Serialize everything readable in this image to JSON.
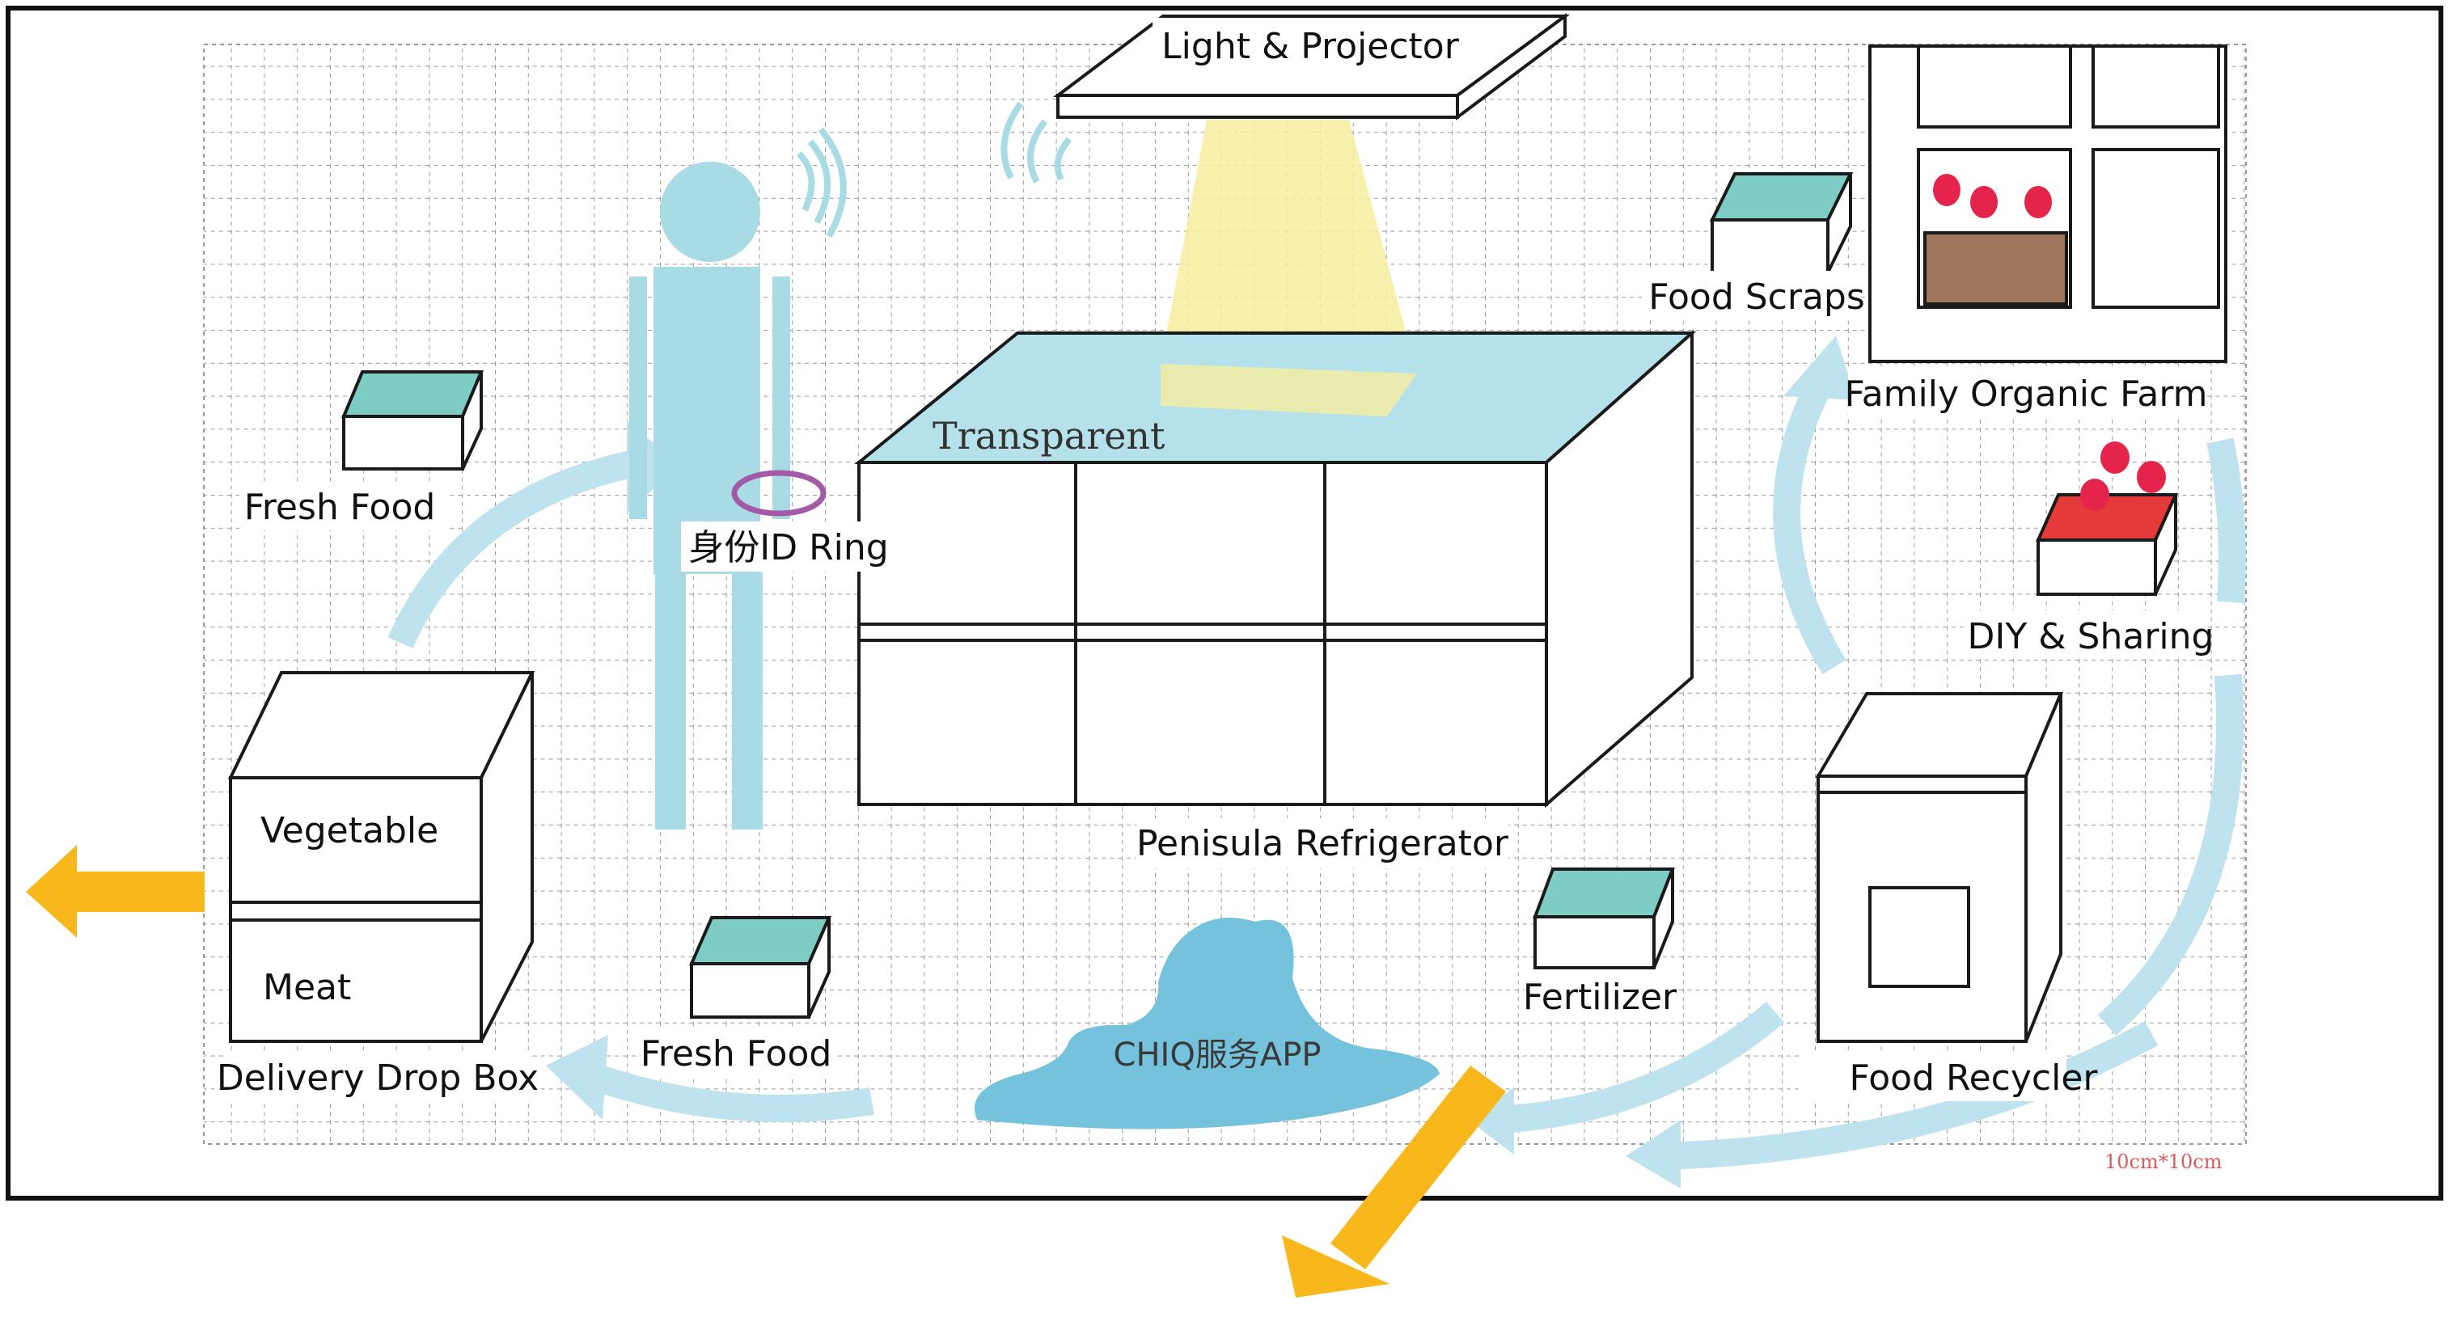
{
  "labels": {
    "light_projector": "Light & Projector",
    "food_scraps": "Food Scraps",
    "family_farm": "Family Organic Farm",
    "transparent": "Transparent",
    "fresh_food_top": "Fresh Food",
    "id_ring": "身份ID Ring",
    "diy_sharing": "DIY & Sharing",
    "vegetable": "Vegetable",
    "meat": "Meat",
    "refrigerator": "Penisula Refrigerator",
    "fertilizer": "Fertilizer",
    "fresh_food_bottom": "Fresh Food",
    "app": "CHIQ服务APP",
    "delivery_box": "Delivery Drop Box",
    "food_recycler": "Food Recycler",
    "scale": "10cm*10cm"
  },
  "colors": {
    "grid": "#9a9a9a",
    "flow_arrow": "#bfe3ee",
    "person": "#a8dbe3",
    "box_lid": "#7ecdc4",
    "tabletop": "#b5e1ea",
    "light_beam": "#f7efa0",
    "app_blob": "#74c2dc",
    "output_arrow": "#f8b81c",
    "ring": "#a25aa6",
    "tomato": "#e4244b",
    "soil": "#a0765a",
    "diy_box_lid": "#e53a3a"
  }
}
